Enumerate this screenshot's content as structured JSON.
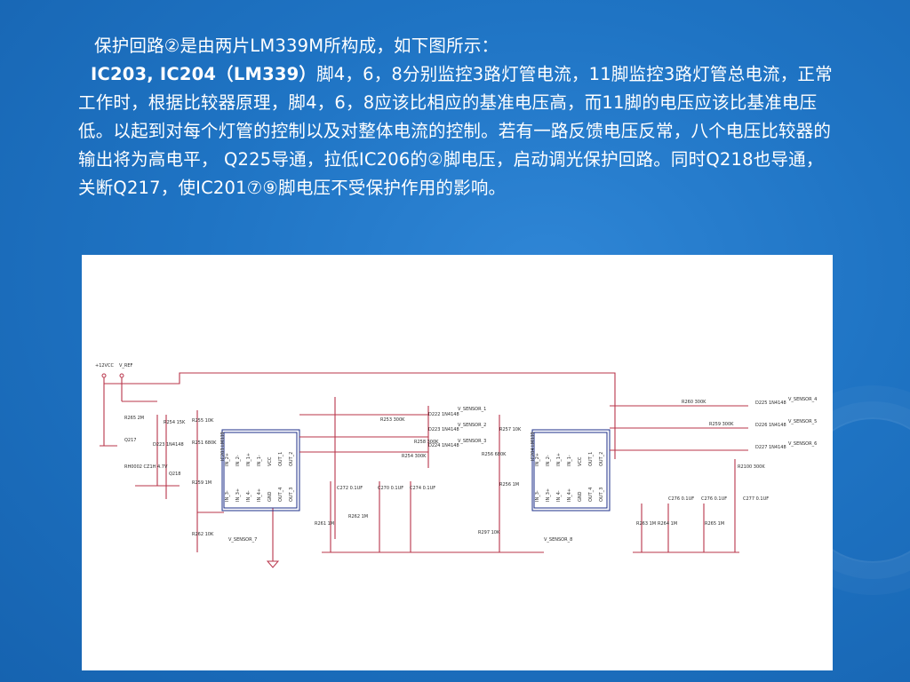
{
  "intro": {
    "line1": "保护回路②是由两片LM339M所构成，如下图所示：",
    "lead": "IC203, IC204（LM339）",
    "body": "脚4，6，8分别监控3路灯管电流，11脚监控3路灯管总电流，正常工作时，根据比较器原理，脚4，6，8应该比相应的基准电压高，而11脚的电压应该比基准电压低。以起到对每个灯管的控制以及对整体电流的控制。若有一路反馈电压反常，八个电压比较器的输出将为高电平， Q225导通，拉低IC206的②脚电压，启动调光保护回路。同时Q218也导通，关断Q217，使IC201⑦⑨脚电压不受保护作用的影响。"
  },
  "schematic": {
    "power_labels": [
      "+12VCC",
      "V_REF"
    ],
    "resistors": [
      "R265 2M",
      "R254 15K",
      "R255 10K",
      "R251 680K",
      "R259 1M",
      "R262 10K",
      "R253 300K",
      "R258 300K",
      "R254 300K",
      "R257 10K",
      "R256 680K",
      "R256 1M",
      "R297 10K",
      "R261 1M",
      "R262 1M",
      "R260 300K",
      "R259 300K",
      "R2100 300K",
      "R263 1M",
      "R264 1M",
      "R265 1M"
    ],
    "transistors": [
      "Q217",
      "Q218"
    ],
    "zener": "RH0002 CZ1H 4.7V",
    "ics": [
      {
        "name": "IC203 LM339",
        "pins_top": [
          "IN_2+",
          "IN_2-",
          "IN_1+",
          "IN_1-",
          "VCC",
          "OUT_1",
          "OUT_2"
        ],
        "pins_bottom": [
          "IN_3-",
          "IN_3+",
          "IN_4-",
          "IN_4+",
          "GND",
          "OUT_4",
          "OUT_3"
        ]
      },
      {
        "name": "IC204 LM339",
        "pins_top": [
          "IN_2+",
          "IN_2-",
          "IN_1+",
          "IN_1-",
          "VCC",
          "OUT_1",
          "OUT_2"
        ],
        "pins_bottom": [
          "IN_3-",
          "IN_3+",
          "IN_4-",
          "IN_4+",
          "GND",
          "OUT_4",
          "OUT_3"
        ]
      }
    ],
    "diodes": [
      "D222 1N4148",
      "D223 1N4148",
      "D224 1N4148",
      "D225 1N4148",
      "D226 1N4148",
      "D227 1N4148",
      "D223 1N4148"
    ],
    "capacitors": [
      "C272 0.1UF",
      "C270 0.1UF",
      "C274 0.1UF",
      "C276 0.1UF",
      "C276 0.1UF",
      "C277 0.1UF"
    ],
    "sensors": [
      "V_SENSOR_1",
      "V_SENSOR_2",
      "V_SENSOR_3",
      "V_SENSOR_4",
      "V_SENSOR_5",
      "V_SENSOR_6",
      "V_SENSOR_7",
      "V_SENSOR_8"
    ]
  }
}
